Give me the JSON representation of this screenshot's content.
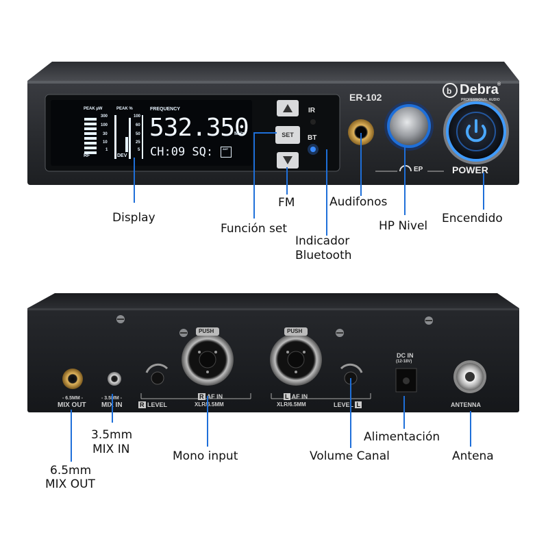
{
  "front": {
    "model": "ER-102",
    "brand": "Debra",
    "brand_sub": "PROFESSIONAL AUDIO",
    "registered_mark": "®",
    "display": {
      "peak_uw": "PEAK  µW",
      "peak_pct": "PEAK   %",
      "frequency_label": "FREQUENCY",
      "frequency_value": "532.350",
      "unit": "MHz",
      "channel_line": "CH:09  SQ:",
      "ant_label": "ANT",
      "rf_label": "RF",
      "dev_label": "DEV",
      "rf_scale": [
        "300",
        "100",
        "30",
        "10",
        "1"
      ],
      "dev_scale": [
        "100",
        "60",
        "50",
        "25",
        "5"
      ]
    },
    "set_button": "SET",
    "ir_label": "IR",
    "bt_label": "BT",
    "ep_label": "EP",
    "power_label": "POWER"
  },
  "rear": {
    "mix_out_spec": "- 6.5MM -",
    "mix_out": "MIX OUT",
    "mix_in_spec": "- 3.5MM -",
    "mix_in": "MIX IN",
    "level_left": "LEVEL",
    "level_right": "LEVEL",
    "r_badge": "R",
    "l_badge": "L",
    "af_in_r": "AF IN",
    "af_in_l": "AF IN",
    "xlr_r": "XLR/6.5MM",
    "xlr_l": "XLR/6.5MM",
    "push": "PUSH",
    "dc_in": "DC IN",
    "dc_spec": "(12-18V)",
    "antenna": "ANTENNA"
  },
  "callouts": {
    "display": "Display",
    "funcion_set": "Función set",
    "fm": "FM",
    "indicador": "Indicador",
    "bluetooth": "Bluetooth",
    "audifonos": "Audifonos",
    "hp_nivel": "HP Nivel",
    "encendido": "Encendido",
    "mix_in_size": "3.5mm",
    "mix_in": "MIX IN",
    "mix_out_size": "6.5mm",
    "mix_out": "MIX OUT",
    "mono_input": "Mono input",
    "volume_canal": "Volume Canal",
    "alimentacion": "Alimentación",
    "antena": "Antena"
  },
  "colors": {
    "accent_blue": "#1e6fd9",
    "lcd_glow": "#e8f4ff",
    "panel": "#2a2c30",
    "rear_panel": "#202226"
  }
}
